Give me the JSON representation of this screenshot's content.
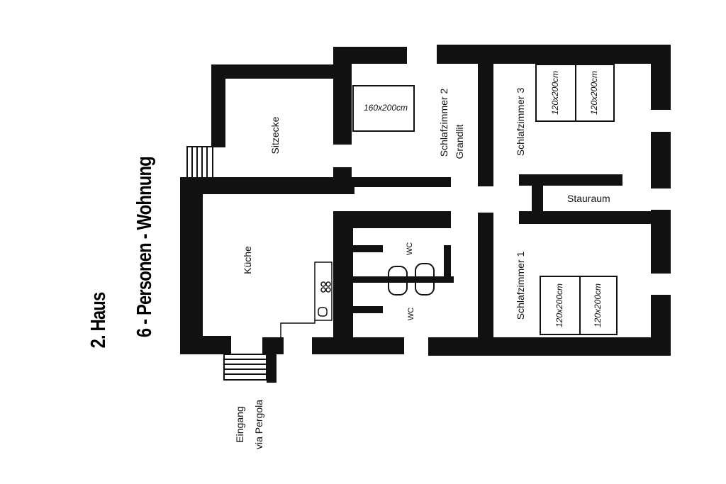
{
  "title": {
    "line1": "2. Haus",
    "line2": "6 - Personen - Wohnung"
  },
  "rooms": {
    "sitzecke": "Sitzecke",
    "kueche": "Küche",
    "schlafzimmer2_line1": "Schlafzimmer 2",
    "schlafzimmer2_line2": "Grandlit",
    "schlafzimmer3": "Schlafzimmer 3",
    "schlafzimmer1": "Schlafzimmer 1",
    "stauraum": "Stauraum",
    "wc_top": "WC",
    "wc_bottom": "WC"
  },
  "beds": {
    "grandlit": "160x200cm",
    "sz3_a": "120x200cm",
    "sz3_b": "120x200cm",
    "sz1_a": "120x200cm",
    "sz1_b": "120x200cm"
  },
  "entrance": {
    "line1": "Eingang",
    "line2": "via Pergola"
  },
  "colors": {
    "wall": "#111111",
    "background": "#ffffff"
  }
}
